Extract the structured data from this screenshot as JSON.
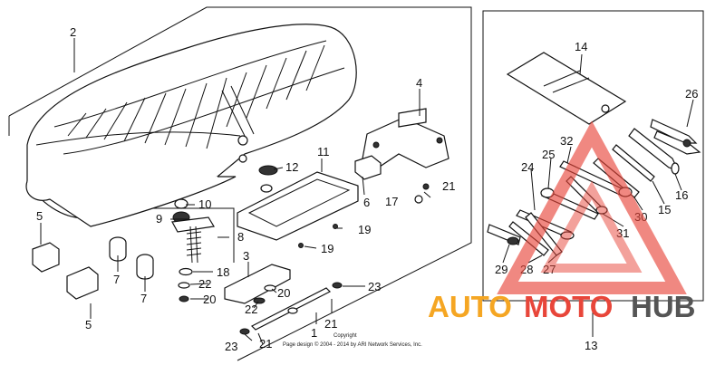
{
  "diagram": {
    "callouts": {
      "c2": "2",
      "c4": "4",
      "c5a": "5",
      "c5b": "5",
      "c6": "6",
      "c7a": "7",
      "c7b": "7",
      "c8": "8",
      "c9": "9",
      "c10": "10",
      "c11": "11",
      "c12": "12",
      "c13": "13",
      "c14": "14",
      "c15": "15",
      "c16": "16",
      "c17": "17",
      "c18": "18",
      "c19a": "19",
      "c19b": "19",
      "c20a": "20",
      "c20b": "20",
      "c21a": "21",
      "c21b": "21",
      "c21c": "21",
      "c22a": "22",
      "c22b": "22",
      "c23a": "23",
      "c23b": "23",
      "c24": "24",
      "c25": "25",
      "c26": "26",
      "c27": "27",
      "c28": "28",
      "c29": "29",
      "c30": "30",
      "c31": "31",
      "c32": "32",
      "c1": "1",
      "c3": "3"
    },
    "copyright": {
      "line1": "Copyright",
      "line2": "Page design © 2004 - 2014 by ARI Network Services, Inc."
    }
  },
  "watermark": {
    "part1": "AUTO",
    "part2": "MOTO",
    "part3": "HUB",
    "colors": {
      "orange": "#f5a623",
      "red": "#e8463a",
      "gray": "#555555"
    }
  }
}
